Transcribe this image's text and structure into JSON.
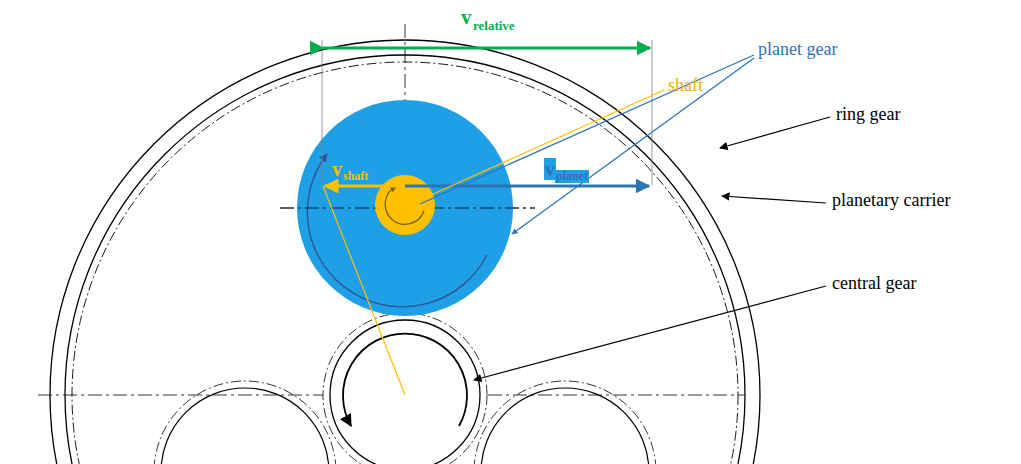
{
  "diagram": {
    "labels": [
      "v",
      "relative",
      "v",
      "shaft",
      "v",
      "planet",
      "shaft",
      "planet gear",
      "ring gear",
      "planetary carrier",
      "central gear"
    ]
  }
}
